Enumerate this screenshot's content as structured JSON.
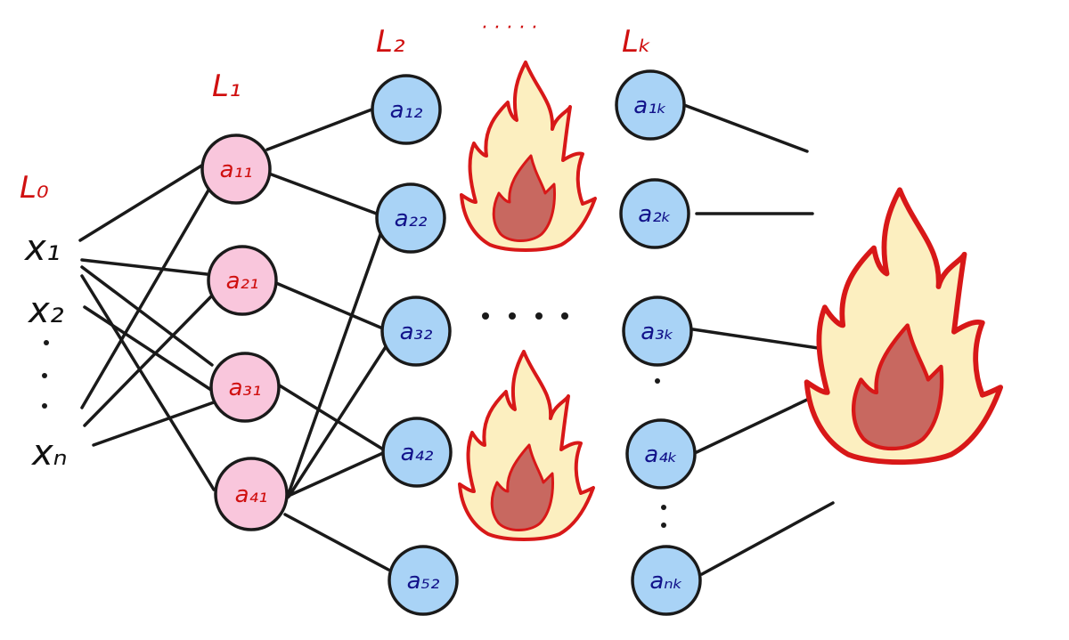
{
  "colors": {
    "layer_label": "#d01010",
    "pink_node_fill": "#f9c6dc",
    "pink_node_text": "#d01010",
    "blue_node_fill": "#a9d3f6",
    "blue_node_text": "#12128a",
    "edge": "#1a1a1a",
    "flame_outer": "#fcefc0",
    "flame_stroke": "#d81818",
    "flame_inner": "#c86860"
  },
  "layers": {
    "l0": "L₀",
    "l1": "L₁",
    "l2": "L₂",
    "lk": "Lₖ",
    "top_dots": "· · · · ·"
  },
  "inputs": {
    "x1": "x₁",
    "x2": "x₂",
    "xn": "xₙ"
  },
  "layer1": [
    {
      "id": "a11",
      "label": "a₁₁"
    },
    {
      "id": "a21",
      "label": "a₂₁"
    },
    {
      "id": "a31",
      "label": "a₃₁"
    },
    {
      "id": "a41",
      "label": "a₄₁"
    }
  ],
  "layer2": [
    {
      "id": "a12",
      "label": "a₁₂"
    },
    {
      "id": "a22",
      "label": "a₂₂"
    },
    {
      "id": "a32",
      "label": "a₃₂"
    },
    {
      "id": "a42",
      "label": "a₄₂"
    },
    {
      "id": "a52",
      "label": "a₅₂"
    }
  ],
  "layerk": [
    {
      "id": "a1k",
      "label": "a₁ₖ"
    },
    {
      "id": "a2k",
      "label": "a₂ₖ"
    },
    {
      "id": "a3k",
      "label": "a₃ₖ"
    },
    {
      "id": "a4k",
      "label": "a₄ₖ"
    },
    {
      "id": "ank",
      "label": "aₙₖ"
    }
  ],
  "icons": {
    "flame": "flame-icon"
  }
}
